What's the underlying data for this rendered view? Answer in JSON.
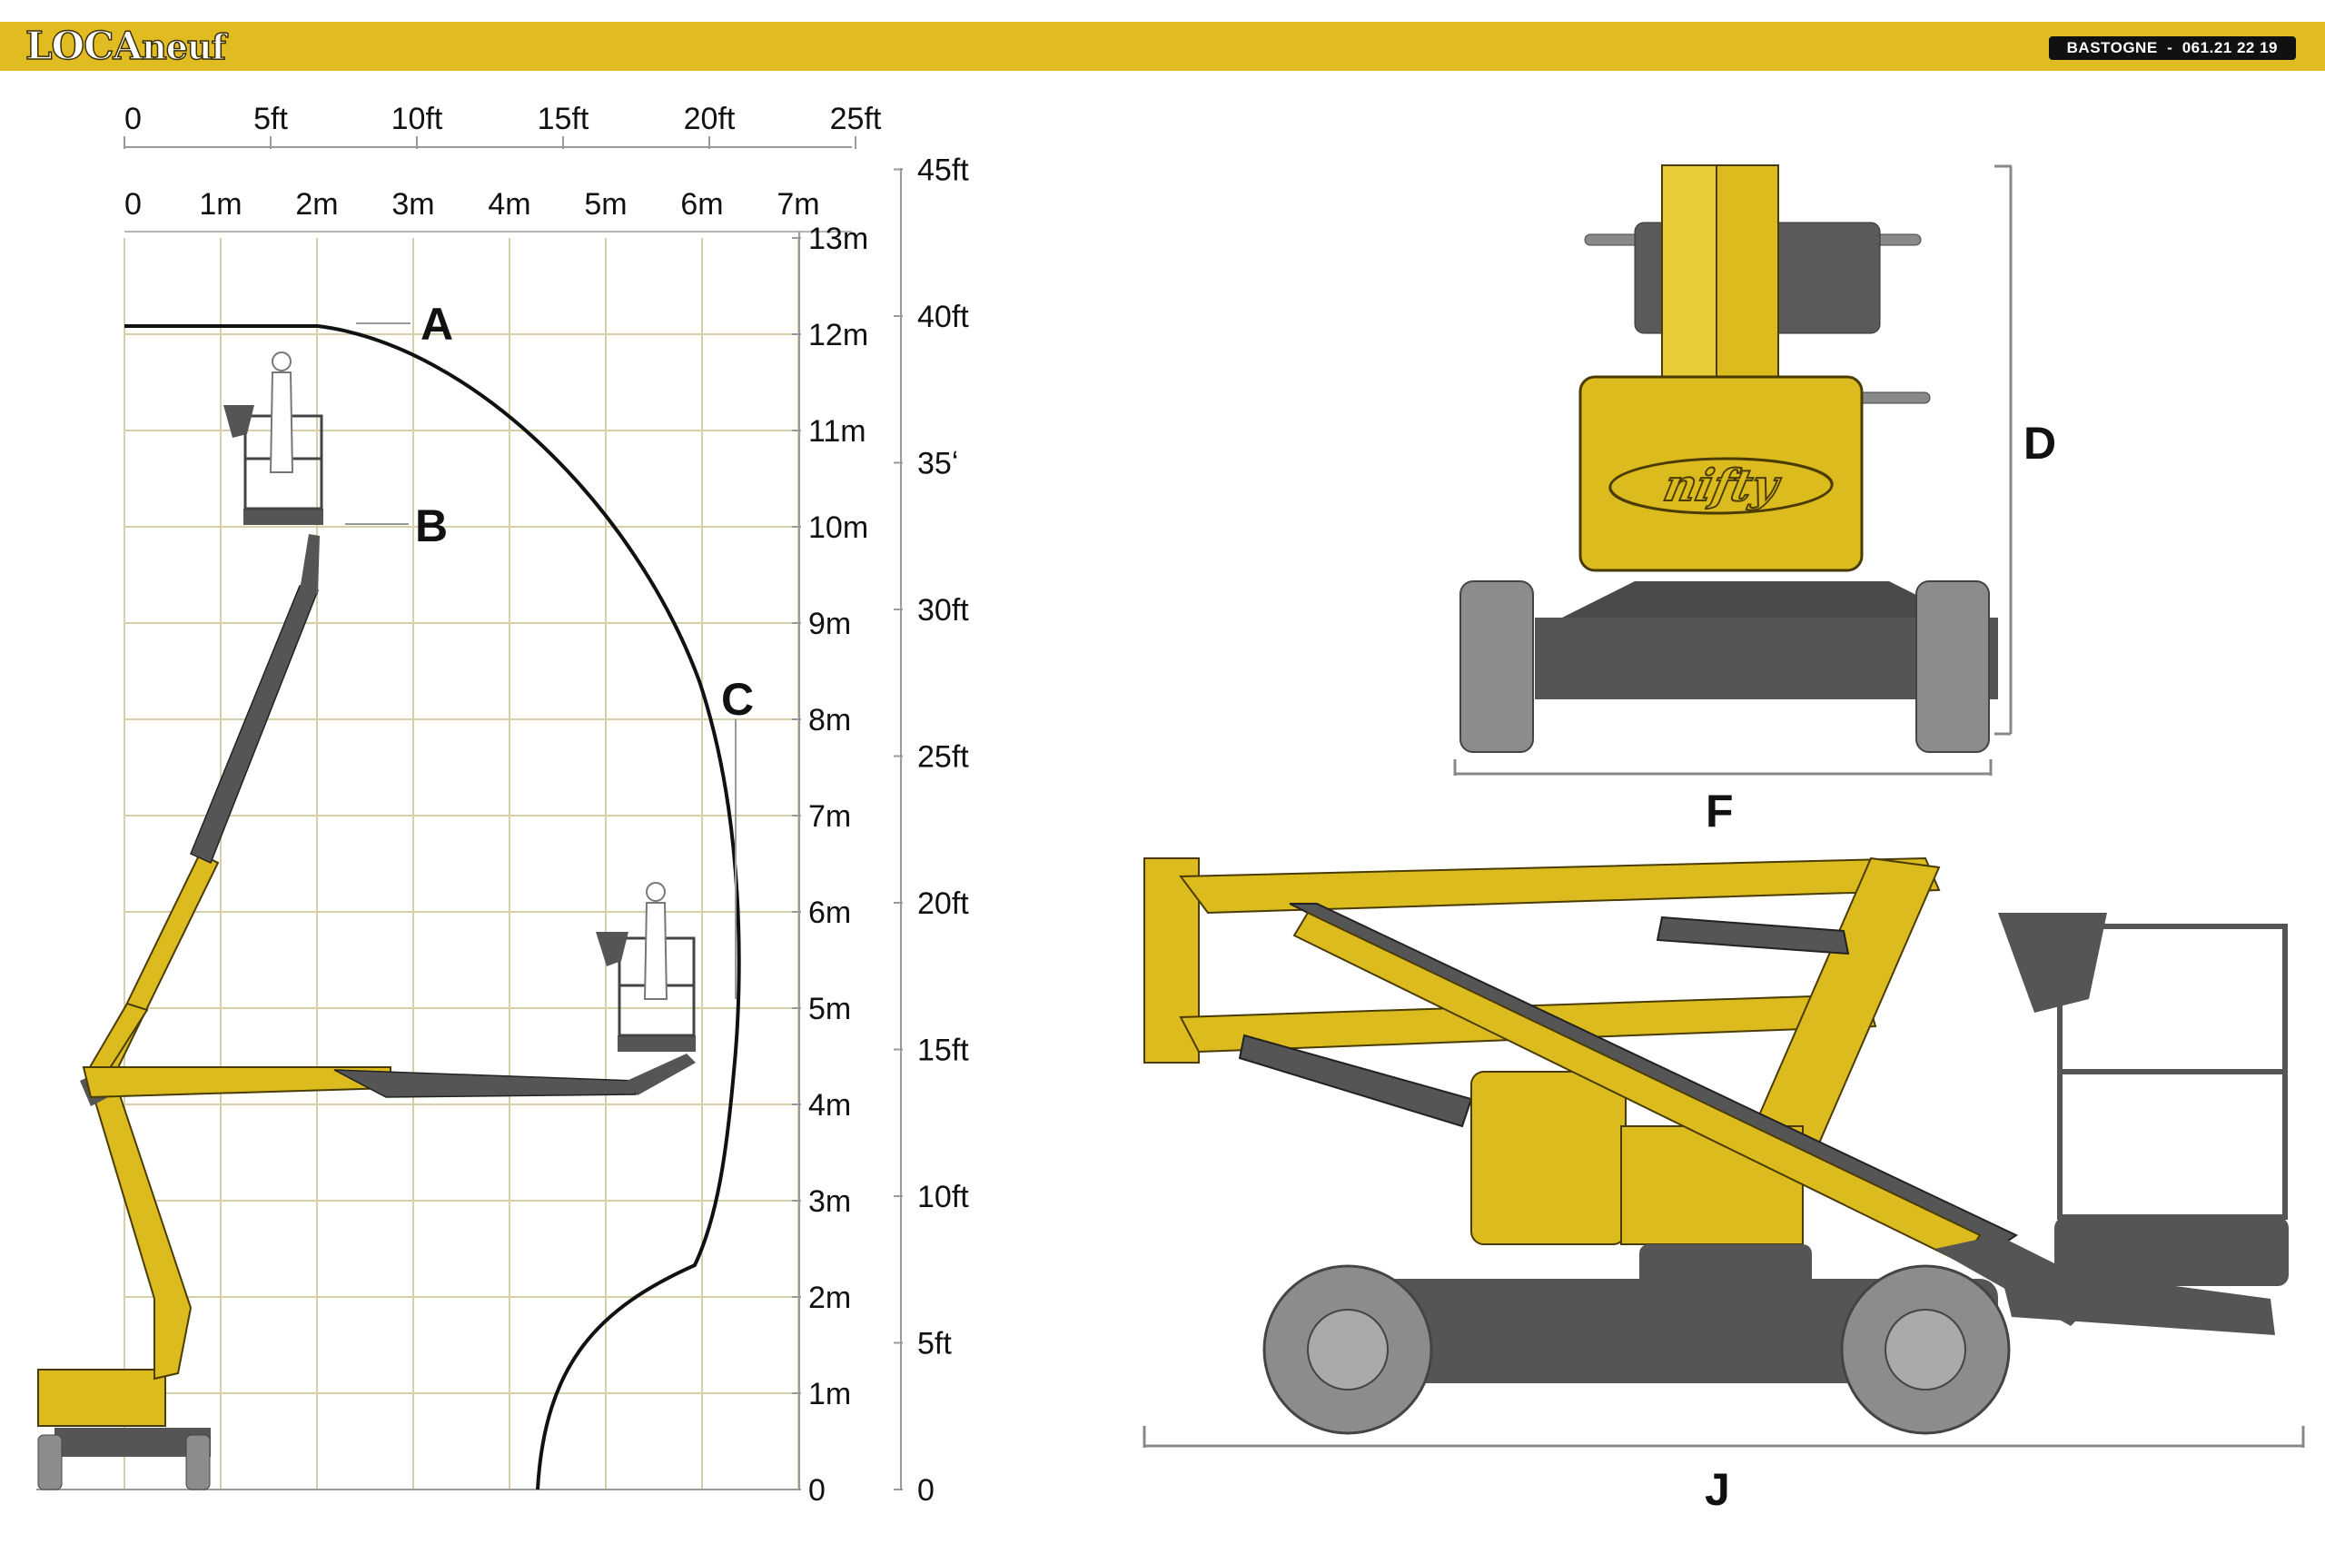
{
  "header": {
    "brand_part1": "LOCA",
    "brand_part2": "neuf",
    "contact": "BASTOGNE  -  061.21 22 19"
  },
  "colors": {
    "header_yellow": "#e0bb22",
    "machine_yellow": "#dcbb1e",
    "machine_grey": "#555555",
    "wheel_grey": "#8c8c8c",
    "grid": "#d8cfa8"
  },
  "diagram": {
    "ft_scale": [
      "0",
      "5ft",
      "10ft",
      "15ft",
      "20ft",
      "25ft"
    ],
    "m_scale_x": [
      "0",
      "1m",
      "2m",
      "3m",
      "4m",
      "5m",
      "6m",
      "7m"
    ],
    "m_scale_y": [
      "0",
      "1m",
      "2m",
      "3m",
      "4m",
      "5m",
      "6m",
      "7m",
      "8m",
      "9m",
      "10m",
      "11m",
      "12m",
      "13m"
    ],
    "ft_scale_y": [
      "0",
      "5ft",
      "10ft",
      "15ft",
      "20ft",
      "25ft",
      "30ft",
      "35ʻ",
      "40ft",
      "45ft"
    ],
    "label_a": "A",
    "label_b": "B",
    "label_c": "C",
    "label_d": "D",
    "label_f": "F",
    "label_j": "J",
    "brand_logo": "nifty"
  }
}
